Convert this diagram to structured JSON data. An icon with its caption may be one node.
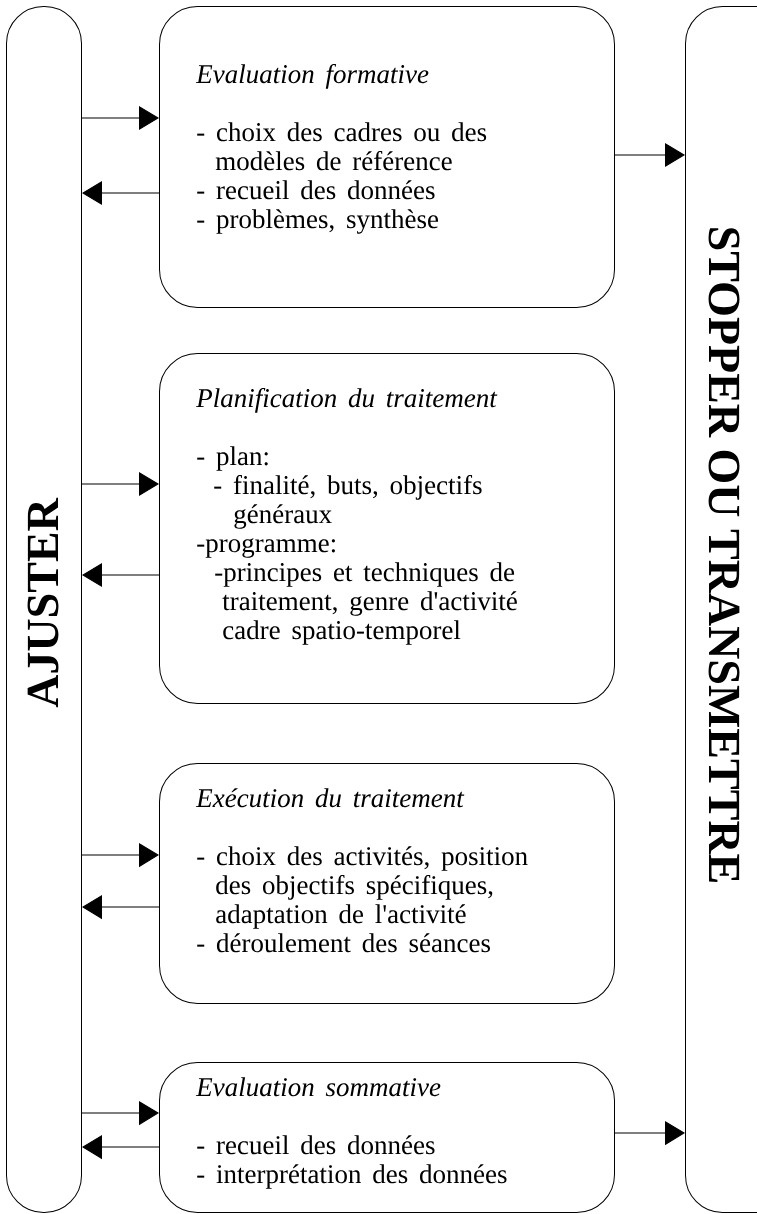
{
  "diagram": {
    "nodes": [
      {
        "text": [
          "AJUSTER"
        ]
      },
      {
        "text": [
          "Evaluation formative",
          "- choix des cadres ou des modèles de référence",
          "- recueil des données",
          "- problèmes, synthèse"
        ]
      },
      {
        "text": [
          "Planification du traitement",
          "- plan:",
          "- finalité, buts, objectifs généraux",
          "-programme:",
          "-principes et techniques de traitement, genre d'activité cadre spatio-temporel"
        ]
      },
      {
        "text": [
          "Exécution du traitement",
          "- choix des activités, position des objectifs spécifiques, adaptation de l'activité",
          "- déroulement des séances"
        ]
      },
      {
        "text": [
          "Evaluation sommative",
          "- recueil des données",
          "- interprétation des données"
        ]
      },
      {
        "text": [
          "STOPPER OU TRANSMETTRE"
        ]
      }
    ],
    "edges": [
      {
        "from": 0,
        "to": 1,
        "arrow": "to"
      },
      {
        "from": 1,
        "to": 0,
        "arrow": "to"
      },
      {
        "from": 0,
        "to": 2,
        "arrow": "to"
      },
      {
        "from": 2,
        "to": 0,
        "arrow": "to"
      },
      {
        "from": 0,
        "to": 3,
        "arrow": "to"
      },
      {
        "from": 3,
        "to": 0,
        "arrow": "to"
      },
      {
        "from": 0,
        "to": 4,
        "arrow": "to"
      },
      {
        "from": 4,
        "to": 0,
        "arrow": "to"
      },
      {
        "from": 1,
        "to": 5,
        "arrow": "to"
      },
      {
        "from": 4,
        "to": 5,
        "arrow": "to"
      }
    ]
  }
}
